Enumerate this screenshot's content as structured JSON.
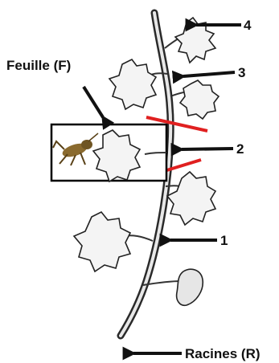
{
  "labels": {
    "leaf_title": "Feuille (F)",
    "roots": "Racines (R)",
    "nodes": [
      "1",
      "2",
      "3",
      "4"
    ]
  },
  "icons": {
    "arrow": "arrow-left-icon",
    "grasshopper": "grasshopper-icon"
  },
  "colors": {
    "cut_lines": "#e02020",
    "ink": "#111111",
    "leaf_fill": "#f4f4f4"
  }
}
